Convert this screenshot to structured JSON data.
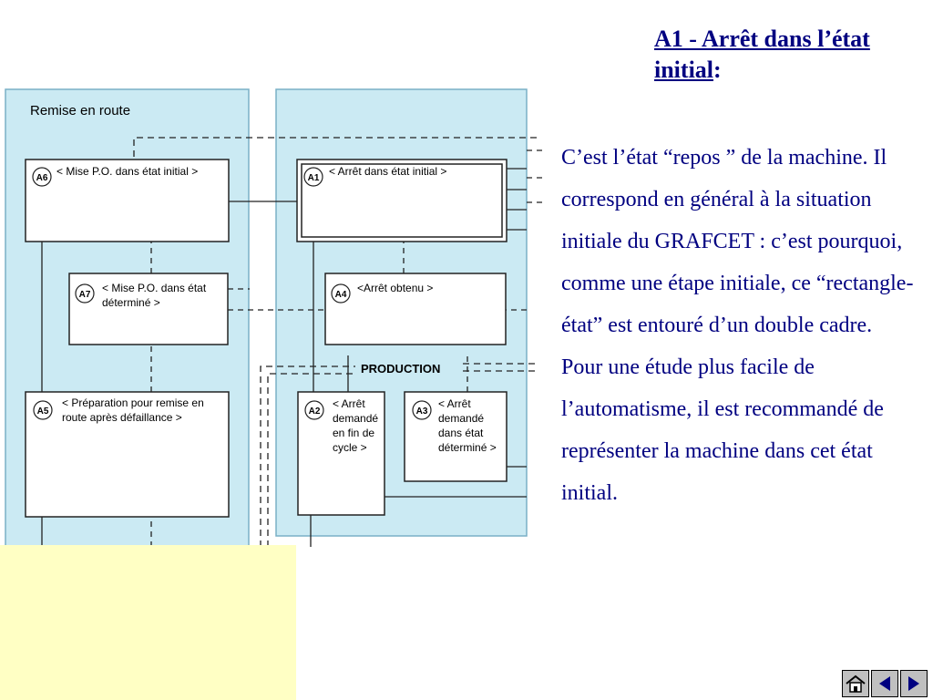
{
  "diagram": {
    "panel_title": "Remise en route",
    "production_label": "PRODUCTION",
    "boxes": {
      "a6": {
        "code": "A6",
        "lines": [
          "< Mise P.O. dans état initial >"
        ]
      },
      "a7": {
        "code": "A7",
        "lines": [
          "< Mise P.O. dans état",
          "déterminé >"
        ]
      },
      "a5": {
        "code": "A5",
        "lines": [
          "< Préparation pour remise en",
          "route après défaillance >"
        ]
      },
      "a1": {
        "code": "A1",
        "lines": [
          "< Arrêt dans état initial >"
        ]
      },
      "a4": {
        "code": "A4",
        "lines": [
          "<Arrêt obtenu >"
        ]
      },
      "a2": {
        "code": "A2",
        "lines": [
          "< Arrêt",
          "demandé",
          "en fin de",
          "cycle >"
        ]
      },
      "a3": {
        "code": "A3",
        "lines": [
          "< Arrêt",
          "demandé",
          "dans état",
          "déterminé >"
        ]
      }
    },
    "colors": {
      "panel": "#cbeaf3",
      "panel_border": "#7ab0c6",
      "line": "#222222",
      "highlight": "#ffffc4"
    }
  },
  "slide": {
    "title_underlined": "A1 - Arrêt dans l’état initial",
    "title_suffix": ":",
    "paragraphs": [
      "C’est l’état “repos ” de la machine. Il correspond en général à la situation initiale du GRAFCET : c’est pourquoi, comme une étape initiale, ce “rectangle-état” est entouré d’un double cadre.",
      "Pour une étude plus facile de l’automatisme, il est recommandé de représenter la machine dans cet état initial."
    ],
    "text_color": "#000080"
  },
  "nav": {
    "icons": [
      "home-icon",
      "previous-icon",
      "next-icon"
    ]
  }
}
